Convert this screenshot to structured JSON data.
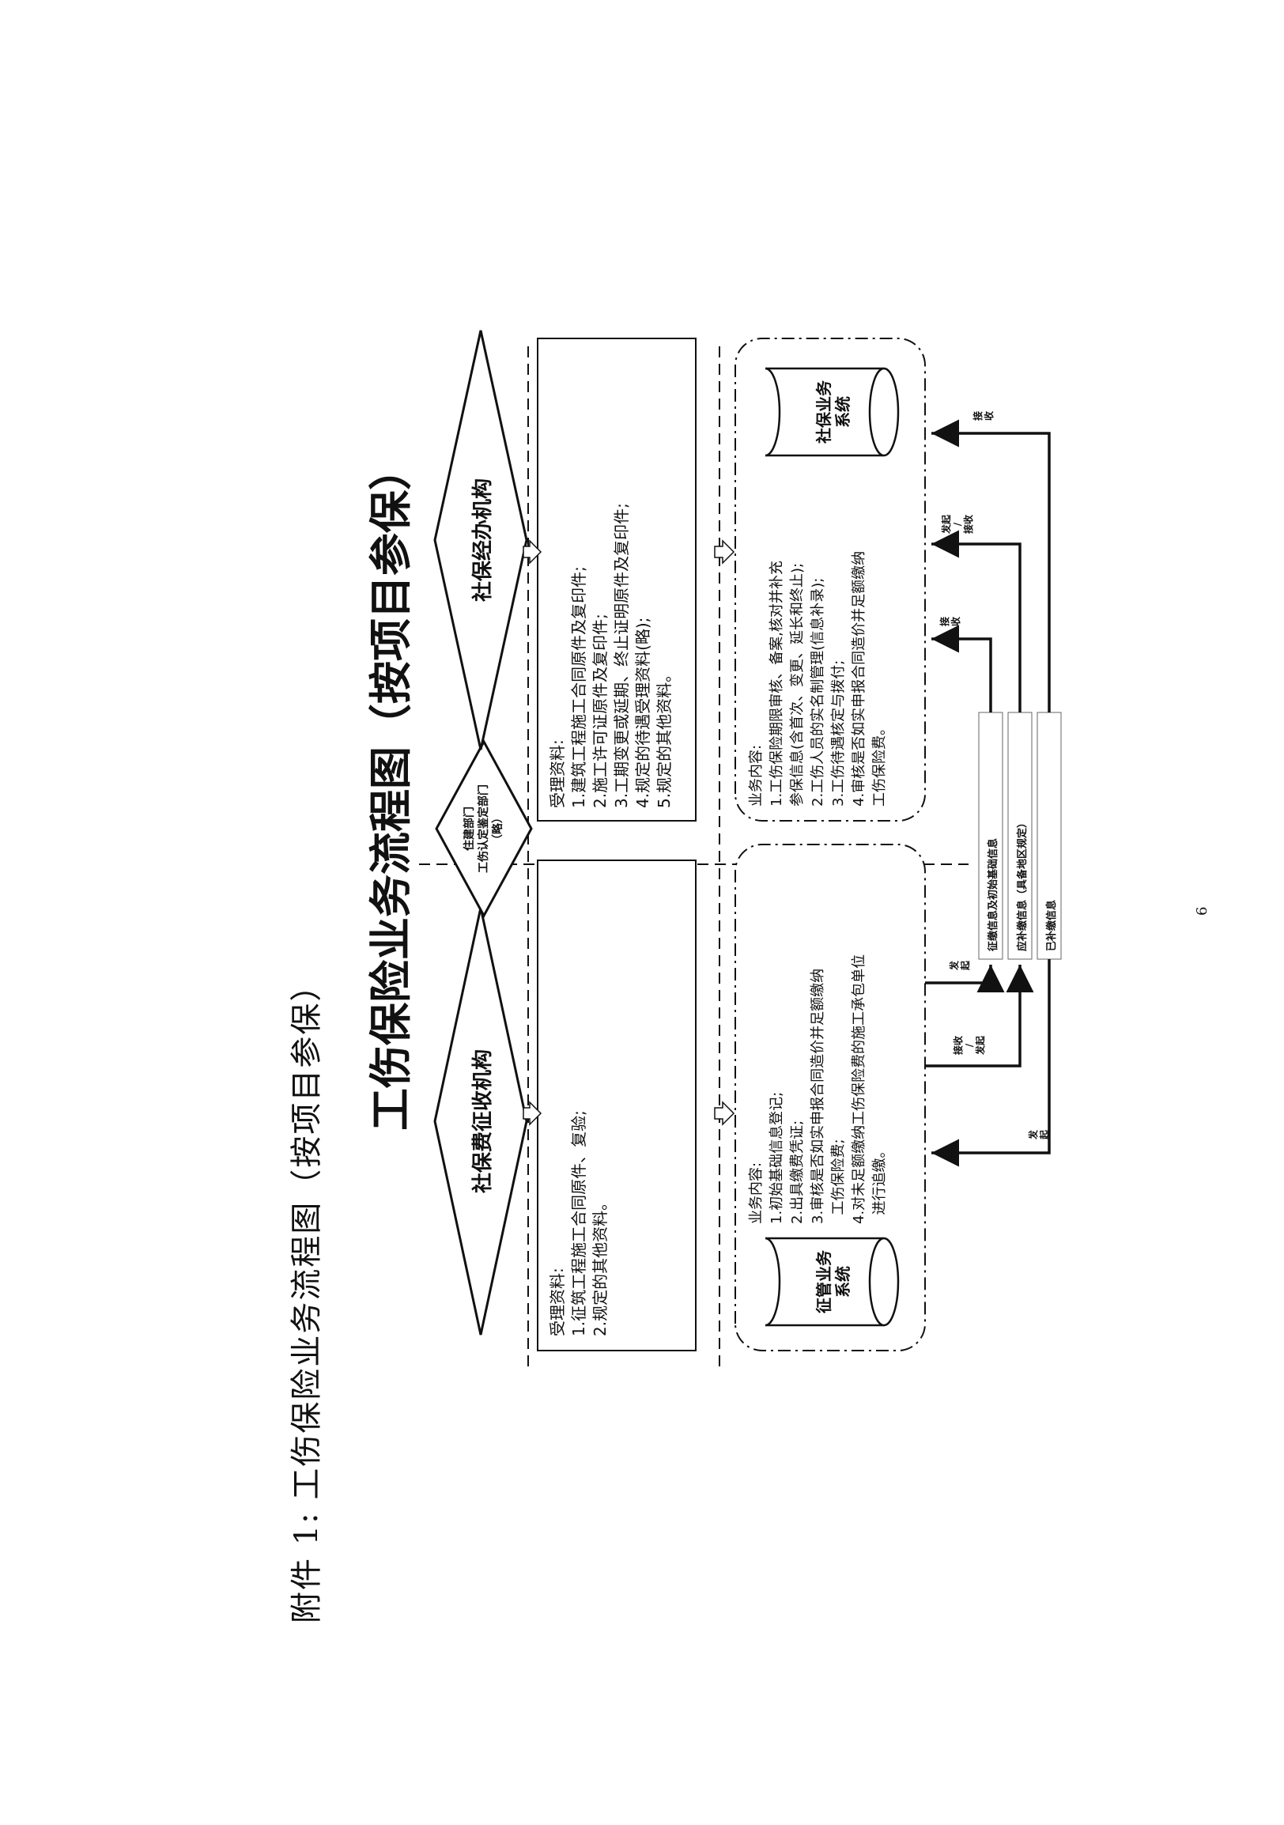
{
  "heading": "附件 1:  工伤保险业务流程图（按项目参保）",
  "title": "工伤保险业务流程图（按项目参保）",
  "page_number": "6",
  "lanes": {
    "left": "社保费征收机构",
    "middle": "住建部门\n工伤认定鉴定部门\n（略）",
    "right": "社保经办机构"
  },
  "boxes": {
    "left_materials": "受理资料:\n1.征筑工程施工合同原件、复验;\n2.规定的其他资料。",
    "right_materials": "受理资料:\n1.建筑工程施工合同原件及复印件;\n2.施工许可证原件及复印件;\n3.工期变更或延期、终止证明原件及复印件;\n4.规定的待遇受理资料(略);\n5.规定的其他资料。",
    "left_business": "业务内容:\n1.初始基础信息登记;\n2.出具缴费凭证;\n3.审核是否如实申报合同造价并足额缴纳\n  工伤保险费;\n4.对未足额缴纳工伤保险费的施工承包单位\n  进行追缴。",
    "right_business": "业务内容:\n1.工伤保险期限审核、备案,核对并补充\n参保信息(含首次、变更、延长和终止);\n2.工伤人员的实名制管理(信息补录);\n3.工伤待遇核定与拨付;\n4.审核是否如实申报合同造价并足额缴纳\n工伤保险费。"
  },
  "systems": {
    "left": "征管业务\n系统",
    "right": "社保业务\n系统"
  },
  "exchange": {
    "band1": "征缴信息及初始基础信息",
    "band2": "应补缴信息（具备地区规定）",
    "band3": "已补缴信息",
    "lbl_send1": "发\n起",
    "lbl_recv_send": "接收\n/\n发起",
    "lbl_send2": "发\n起",
    "lbl_recv1": "接\n收",
    "lbl_send_recv": "发起\n/\n接收",
    "lbl_recv2": "接\n收"
  }
}
